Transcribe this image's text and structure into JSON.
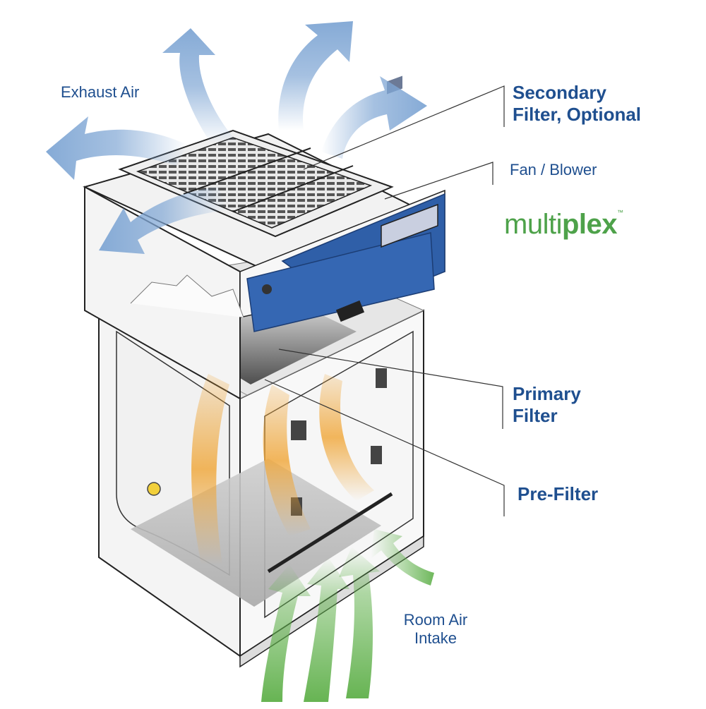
{
  "labels": {
    "exhaust_air": "Exhaust Air",
    "secondary_filter_line1": "Secondary",
    "secondary_filter_line2": "Filter, Optional",
    "fan_blower": "Fan / Blower",
    "primary_filter_line1": "Primary",
    "primary_filter_line2": "Filter",
    "pre_filter": "Pre-Filter",
    "room_air_line1": "Room Air",
    "room_air_line2": "Intake"
  },
  "logo": {
    "part1": "multi",
    "part2": "plex",
    "mark": "™"
  },
  "colors": {
    "label_text": "#1f4f8f",
    "exhaust_arrow": "#7fa6d4",
    "intake_arrow": "#5fb04a",
    "internal_flow": "#f0a535",
    "blower_panel": "#2f5fa8",
    "logo_green": "#4ea24a"
  }
}
